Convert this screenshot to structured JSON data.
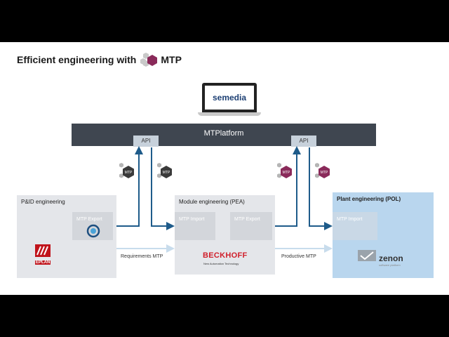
{
  "title": "Efficient engineering with",
  "mtp_logo_text": "MTP",
  "laptop_brand": "semedia",
  "platform": "MTPlatform",
  "api_left": "API",
  "api_right": "API",
  "hex_badge": "MTP",
  "pid": {
    "label": "P&ID engineering",
    "export": "MTP Export",
    "logo_text": "EPLAN"
  },
  "module": {
    "label": "Module engineering (PEA)",
    "import": "MTP Import",
    "export": "MTP Export",
    "logo_text": "BECKHOFF",
    "logo_sub": "New Automation Technology"
  },
  "plant": {
    "label": "Plant engineering (POL)",
    "import": "MTP Import",
    "logo_text": "zenon",
    "logo_sub": "software platform"
  },
  "flow_left": "Requirements MTP",
  "flow_right": "Productive MTP",
  "colors": {
    "platform": "#3f4650",
    "arrow": "#1e5b8a",
    "arrow_light": "#c8dcec",
    "plant_box": "#b9d6ee",
    "hex_grey": "#b5b5b5",
    "hex_dark": "#3a3a3a",
    "hex_magenta": "#8a2a5a"
  }
}
